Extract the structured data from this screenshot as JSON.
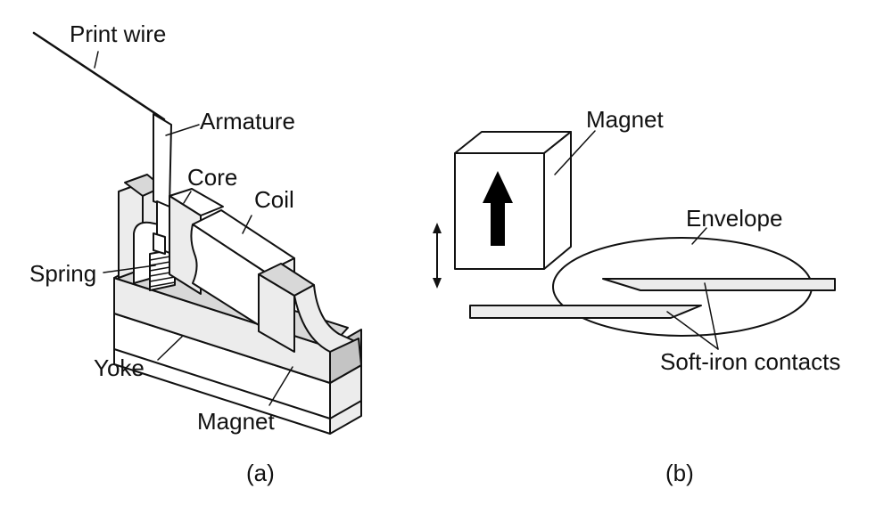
{
  "figure_a": {
    "labels": {
      "print_wire": "Print wire",
      "armature": "Armature",
      "core": "Core",
      "coil": "Coil",
      "spring": "Spring",
      "yoke": "Yoke",
      "magnet": "Magnet"
    },
    "caption": "(a)"
  },
  "figure_b": {
    "labels": {
      "magnet": "Magnet",
      "envelope": "Envelope",
      "contacts": "Soft-iron contacts"
    },
    "caption": "(b)"
  }
}
